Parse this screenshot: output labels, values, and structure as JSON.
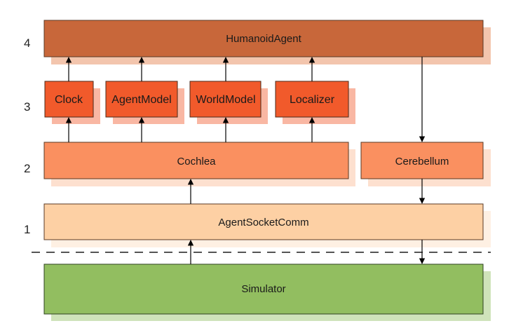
{
  "colors": {
    "top": "#c8673a",
    "module": "#f15a2b",
    "middle": "#fa9060",
    "comm": "#fdd0a4",
    "sim": "#92be60",
    "arrow": "#000000",
    "separator": "#555555"
  },
  "layers": [
    "4",
    "3",
    "2",
    "1"
  ],
  "boxes": {
    "humanoid_agent": "HumanoidAgent",
    "clock": "Clock",
    "agent_model": "AgentModel",
    "world_model": "WorldModel",
    "localizer": "Localizer",
    "cochlea": "Cochlea",
    "cerebellum": "Cerebellum",
    "agent_socket_comm": "AgentSocketComm",
    "simulator": "Simulator"
  }
}
